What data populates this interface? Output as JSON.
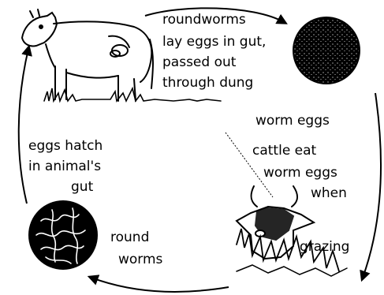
{
  "labels": {
    "roundworms_lay_line1": "roundworms",
    "roundworms_lay_line2": "lay eggs in gut,",
    "roundworms_lay_line3": "passed out",
    "roundworms_lay_line4": "through dung",
    "worm_eggs": "worm eggs",
    "cattle_eat_line1": "cattle eat",
    "cattle_eat_line2": "worm eggs",
    "cattle_eat_line3": "when",
    "grazing": "grazing",
    "round_worms_line1": "round",
    "round_worms_line2": "worms",
    "eggs_hatch_line1": "eggs hatch",
    "eggs_hatch_line2": "in animal's",
    "eggs_hatch_line3": "gut"
  },
  "colors": {
    "ink": "#000000",
    "paper": "#ffffff"
  },
  "icons": [
    "cow-illustration",
    "egg-mass-circle",
    "cow-head-grazing",
    "worm-circle",
    "cycle-arrow"
  ]
}
